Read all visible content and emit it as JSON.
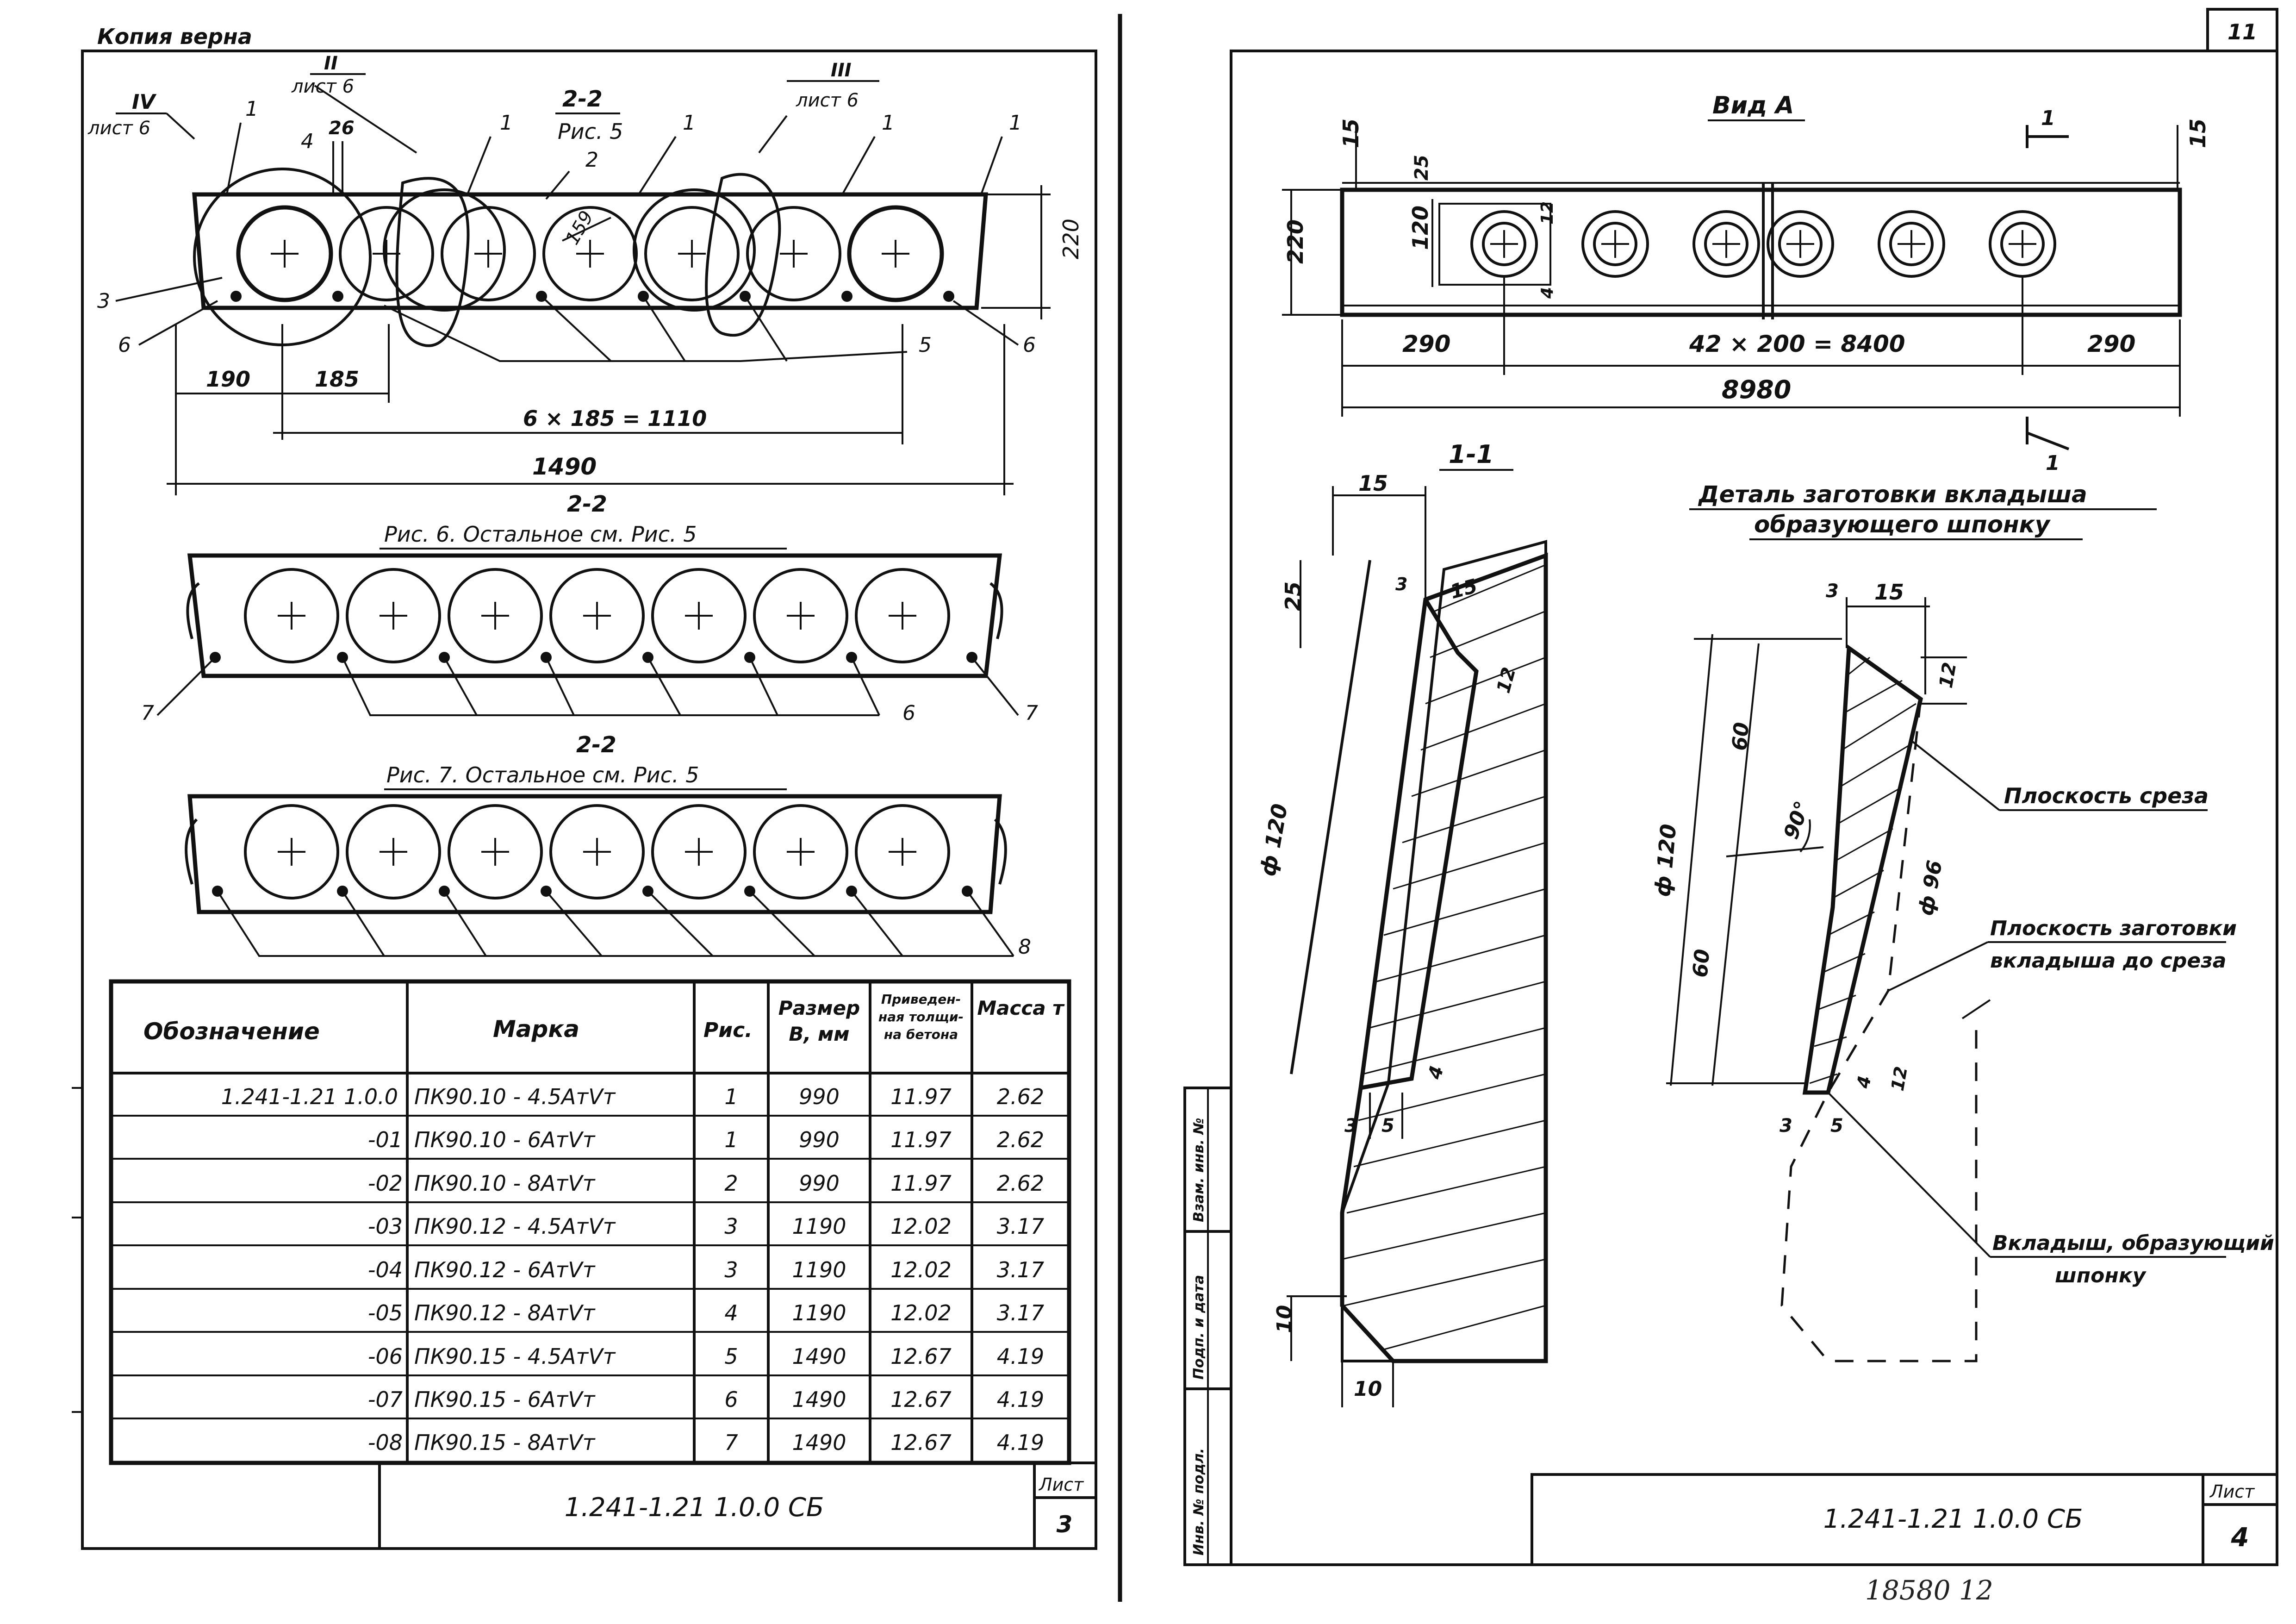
{
  "left_sheet": {
    "stamp": "Копия  верна",
    "callouts": {
      "iv": "IV",
      "ii": "II",
      "iii": "III",
      "list6_a": "лист 6",
      "list6_b": "лист 6",
      "list6_c": "лист 6",
      "sec_22_top": "2-2",
      "ris5": "Рис. 5",
      "n1": "1",
      "n2": "2",
      "n3": "3",
      "n4": "4",
      "n5": "5",
      "n6": "6",
      "n7": "7",
      "n8": "8",
      "d26": "26",
      "d159": "159",
      "d220": "220"
    },
    "dims": {
      "d190": "190",
      "d185": "185",
      "d6x185": "6 × 185 = 1110",
      "d1490": "1490"
    },
    "fig6": {
      "section": "2-2",
      "caption": "Рис. 6.  Остальное  см.  Рис. 5"
    },
    "fig7": {
      "section": "2-2",
      "caption": "Рис. 7.  Остальное  см.  Рис. 5"
    },
    "table": {
      "headers": [
        "Обозначение",
        "Марка",
        "Рис.",
        "Размер В, мм",
        "Приведен-ная толщи-на бетона",
        "Масса т"
      ],
      "rows": [
        [
          "1.241-1.21 1.0.0",
          "ПК90.10 - 4.5АтⅤт",
          "1",
          "990",
          "11.97",
          "2.62"
        ],
        [
          "-01",
          "ПК90.10 - 6АтⅤт",
          "1",
          "990",
          "11.97",
          "2.62"
        ],
        [
          "-02",
          "ПК90.10 - 8АтⅤт",
          "2",
          "990",
          "11.97",
          "2.62"
        ],
        [
          "-03",
          "ПК90.12 - 4.5АтⅤт",
          "3",
          "1190",
          "12.02",
          "3.17"
        ],
        [
          "-04",
          "ПК90.12 - 6АтⅤт",
          "3",
          "1190",
          "12.02",
          "3.17"
        ],
        [
          "-05",
          "ПК90.12 - 8АтⅤт",
          "4",
          "1190",
          "12.02",
          "3.17"
        ],
        [
          "-06",
          "ПК90.15 - 4.5АтⅤт",
          "5",
          "1490",
          "12.67",
          "4.19"
        ],
        [
          "-07",
          "ПК90.15 - 6АтⅤт",
          "6",
          "1490",
          "12.67",
          "4.19"
        ],
        [
          "-08",
          "ПК90.15 - 8АтⅤт",
          "7",
          "1490",
          "12.67",
          "4.19"
        ]
      ]
    },
    "title_block": {
      "code": "1.241-1.21 1.0.0 СБ",
      "sheet_label": "Лист",
      "sheet_no": "3"
    }
  },
  "right_sheet": {
    "corner_no": "11",
    "vid_a": {
      "title": "Вид А",
      "d15_l": "15",
      "d15_r": "15",
      "d25": "25",
      "d120": "120",
      "d12": "12",
      "d4": "4",
      "d220": "220",
      "d290_l": "290",
      "d42x200": "42 × 200 = 8400",
      "d290_r": "290",
      "d8980": "8980",
      "cut_top": "1",
      "cut_bot": "1"
    },
    "section_11": {
      "title": "1-1",
      "d15": "15",
      "d3": "3",
      "d15b": "15",
      "d25": "25",
      "d12": "12",
      "phi120": "ф 120",
      "d4": "4",
      "d3b": "3",
      "d5": "5",
      "d10a": "10",
      "d10b": "10"
    },
    "detail": {
      "title_line1": "Деталь  заготовки  вкладыша",
      "title_line2": "образующего  шпонку",
      "d3": "3",
      "d15": "15",
      "d12": "12",
      "d60a": "60",
      "d60b": "60",
      "phi120": "ф 120",
      "angle": "90°",
      "phi96": "ф 96",
      "d4": "4",
      "d12b": "12",
      "d3b": "3",
      "d5": "5",
      "label_cut_plane": "Плоскость среза",
      "label_blank_plane_1": "Плоскость заготовки",
      "label_blank_plane_2": "вкладыша до среза",
      "label_insert_1": "Вкладыш, образующий",
      "label_insert_2": "шпонку"
    },
    "side_stamps": [
      "Взам. инв. №",
      "Подп. и дата",
      "Инв. № подл."
    ],
    "title_block": {
      "code": "1.241-1.21 1.0.0 СБ",
      "sheet_label": "Лист",
      "sheet_no": "4"
    },
    "footer_handwritten": "18580   12"
  }
}
